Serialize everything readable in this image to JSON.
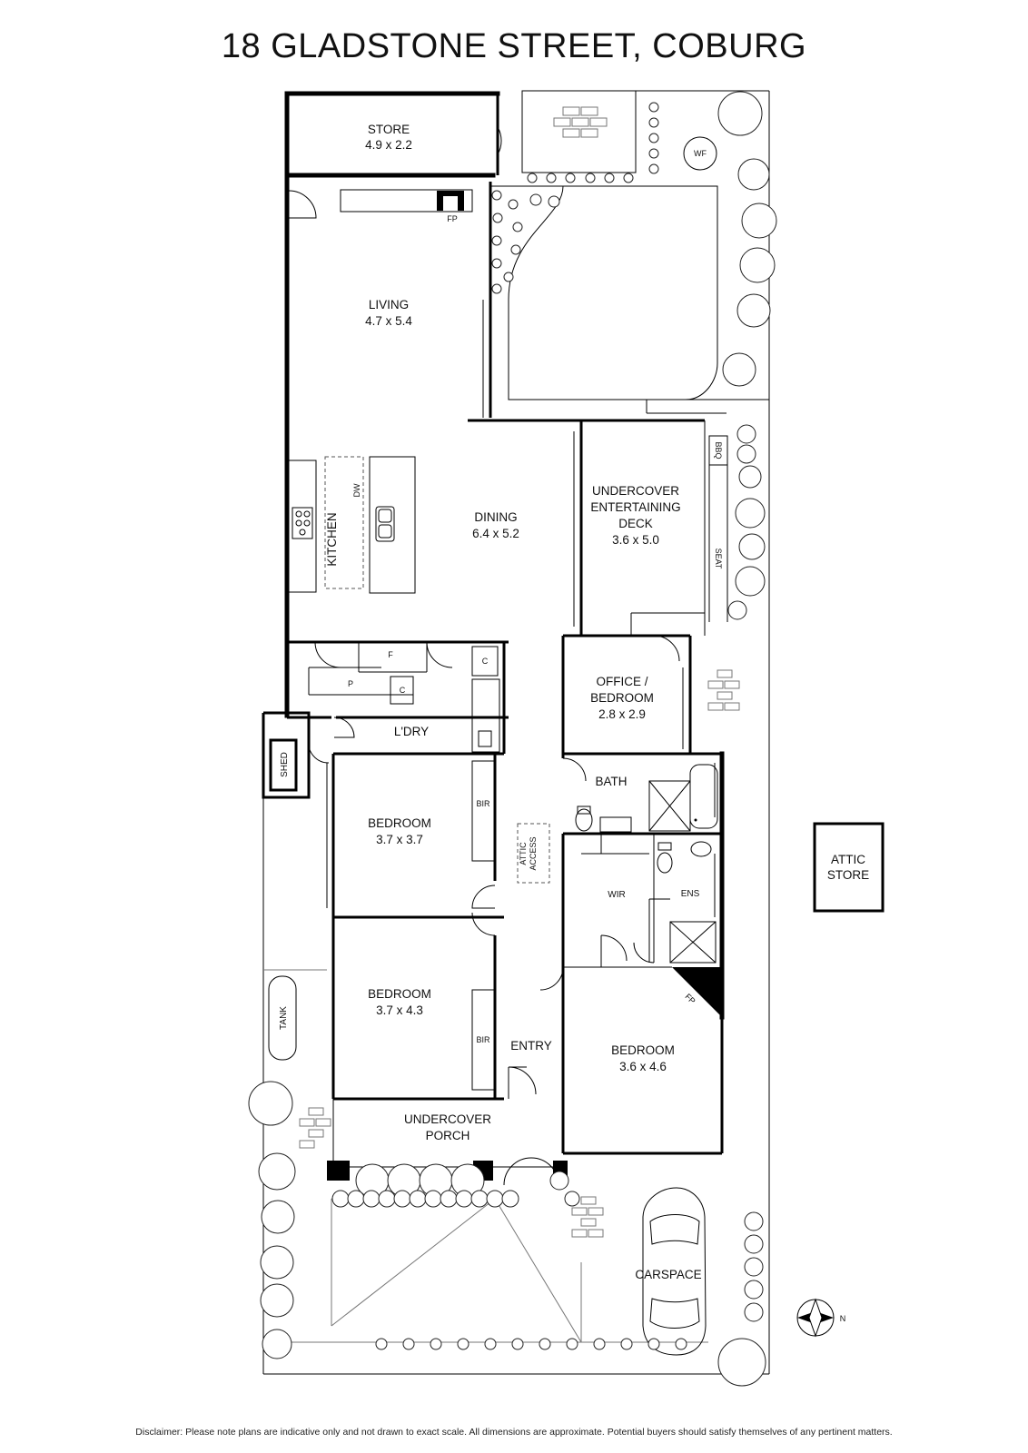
{
  "title": "18 GLADSTONE STREET, COBURG",
  "disclaimer": "Disclaimer: Please note plans are indicative only and not drawn to exact scale. All dimensions are approximate. Potential buyers should satisfy themselves of any pertinent matters.",
  "rooms": {
    "store": {
      "name": "STORE",
      "dims": "4.9 x 2.2"
    },
    "living": {
      "name": "LIVING",
      "dims": "4.7 x 5.4"
    },
    "dining": {
      "name": "DINING",
      "dims": "6.4 x 5.2"
    },
    "kitchen": {
      "name": "KITCHEN"
    },
    "deck": {
      "line1": "UNDERCOVER",
      "line2": "ENTERTAINING",
      "line3": "DECK",
      "dims": "3.6 x 5.0"
    },
    "office": {
      "line1": "OFFICE /",
      "line2": "BEDROOM",
      "dims": "2.8 x 2.9"
    },
    "laundry": {
      "name": "L'DRY"
    },
    "bath": {
      "name": "BATH"
    },
    "bedroom1": {
      "name": "BEDROOM",
      "dims": "3.7 x 3.7"
    },
    "bedroom2": {
      "name": "BEDROOM",
      "dims": "3.7 x 4.3"
    },
    "bedroom3": {
      "name": "BEDROOM",
      "dims": "3.6 x 4.6"
    },
    "wir": {
      "name": "WIR"
    },
    "ens": {
      "name": "ENS"
    },
    "entry": {
      "name": "ENTRY"
    },
    "porch": {
      "line1": "UNDERCOVER",
      "line2": "PORCH"
    },
    "carspace": {
      "name": "CARSPACE"
    },
    "shed": {
      "name": "SHED"
    },
    "tank": {
      "name": "TANK"
    },
    "attic_store": {
      "line1": "ATTIC",
      "line2": "STORE"
    },
    "attic_access": {
      "line1": "ATTIC",
      "line2": "ACCESS"
    }
  },
  "fixtures": {
    "fp": "FP",
    "dw": "DW",
    "wf": "WF",
    "bbq": "BBQ",
    "seat": "SEAT",
    "bir": "BIR",
    "f": "F",
    "p": "P",
    "c": "C"
  },
  "compass": {
    "label": "N"
  }
}
